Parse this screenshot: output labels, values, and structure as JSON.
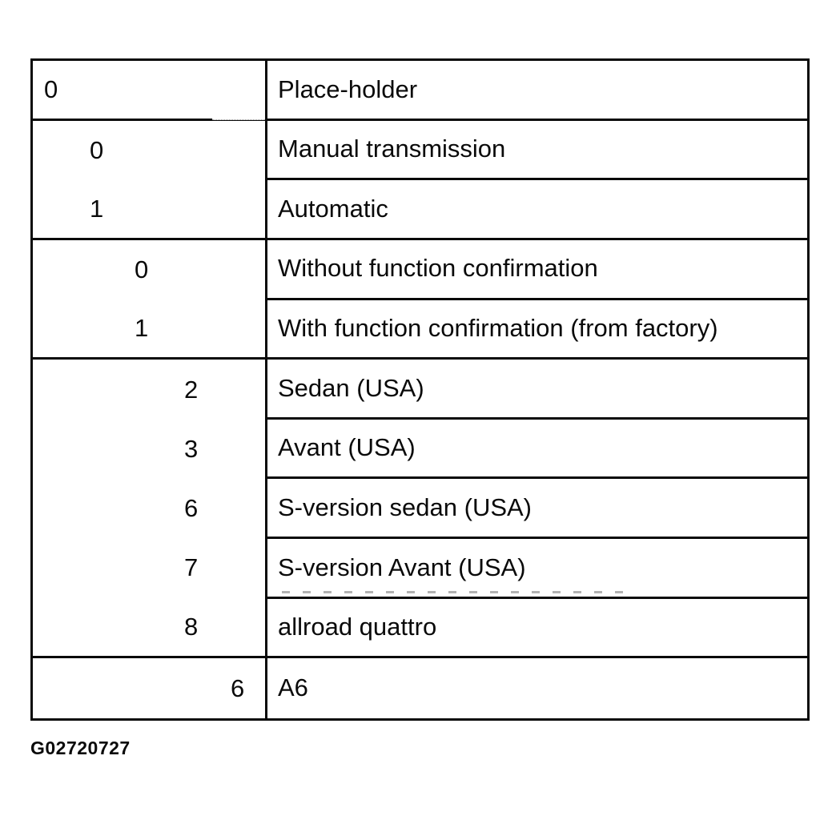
{
  "table": {
    "groups": [
      {
        "rows": [
          {
            "digit": "0",
            "indent": 1,
            "label": "Place-holder"
          }
        ]
      },
      {
        "rows": [
          {
            "digit": "0",
            "indent": 2,
            "label": "Manual transmission"
          },
          {
            "digit": "1",
            "indent": 2,
            "label": "Automatic"
          }
        ]
      },
      {
        "rows": [
          {
            "digit": "0",
            "indent": 3,
            "label": "Without function confirmation"
          },
          {
            "digit": "1",
            "indent": 3,
            "label": "With function confirmation (from factory)"
          }
        ]
      },
      {
        "rows": [
          {
            "digit": "2",
            "indent": 4,
            "label": "Sedan (USA)"
          },
          {
            "digit": "3",
            "indent": 4,
            "label": "Avant (USA)"
          },
          {
            "digit": "6",
            "indent": 4,
            "label": "S-version sedan (USA)"
          },
          {
            "digit": "7",
            "indent": 4,
            "label": "S-version Avant (USA)"
          },
          {
            "digit": "8",
            "indent": 4,
            "label": "allroad quattro"
          }
        ]
      },
      {
        "rows": [
          {
            "digit": "6",
            "indent": 5,
            "label": "A6"
          }
        ]
      }
    ]
  },
  "caption": "G02720727",
  "colors": {
    "ink": "#0a0a0a",
    "background": "#ffffff"
  }
}
